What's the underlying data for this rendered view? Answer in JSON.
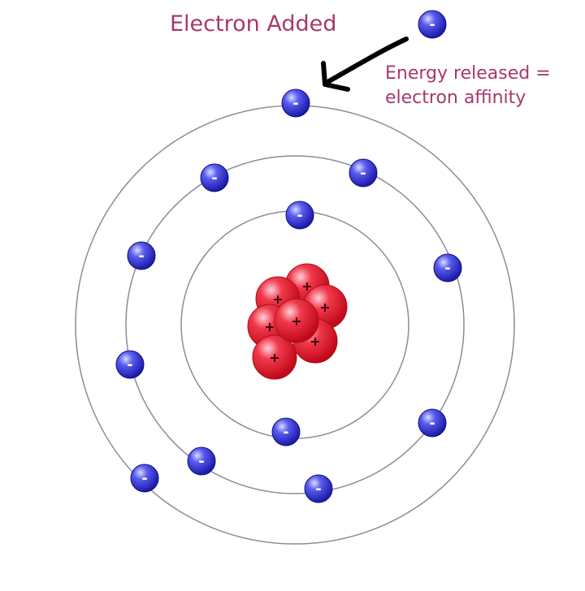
{
  "title": "Electron Added",
  "energy_note": {
    "line1": "Energy released =",
    "line2": "electron affinity"
  },
  "electron_sign": "-",
  "proton_sign": "+",
  "colors": {
    "text": "#a8386c",
    "orbit": "#8c8c9c",
    "electron": "#2626d8",
    "proton": "#e0142c",
    "arrow": "#000000"
  },
  "counts": {
    "protons": 7,
    "inner_shell_electrons": 2,
    "middle_shell_electrons": 8,
    "outer_shell_electrons": 2,
    "added_electron": 1
  }
}
